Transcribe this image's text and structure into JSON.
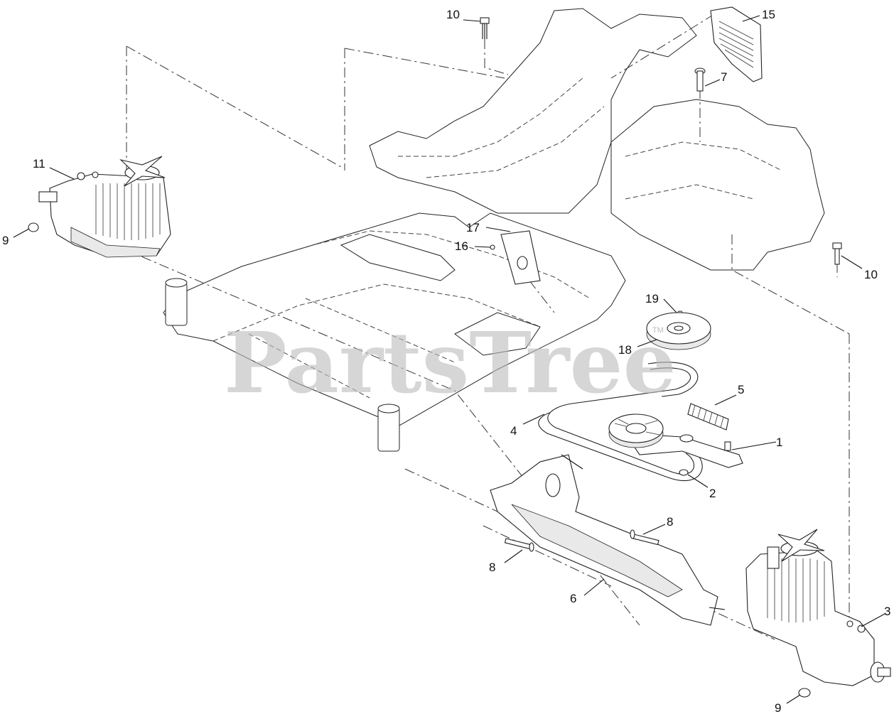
{
  "watermark": {
    "text": "PartsTree",
    "mark": "TM"
  },
  "callouts": [
    "1",
    "2",
    "3",
    "4",
    "5",
    "6",
    "7",
    "8",
    "8",
    "9",
    "9",
    "10",
    "10",
    "11",
    "15",
    "16",
    "17",
    "18",
    "19"
  ]
}
